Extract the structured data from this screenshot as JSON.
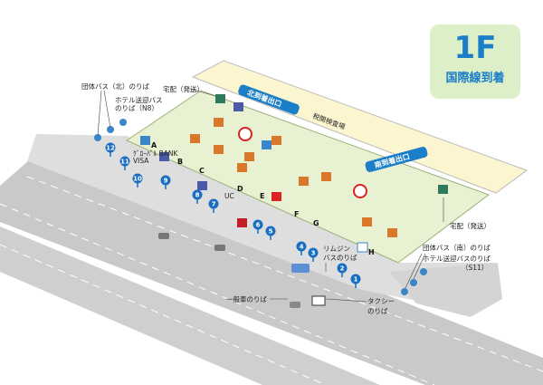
{
  "floor_badge": {
    "floor": "1F",
    "title": "国際線到着"
  },
  "areas": {
    "customs": "税関検査場",
    "north_exit": "北到着出口",
    "south_exit": "南到着出口"
  },
  "labels": {
    "group_bus_north": "団体バス（北）のりば",
    "hotel_bus_north": "ホテル送迎バス",
    "hotel_bus_north_2": "のりば（N8）",
    "delivery_north": "宅配（発送）",
    "delivery_south": "宅配（発送）",
    "bank": "ｸﾞﾛｰﾊﾞﾙ BANK",
    "visa": "VISA",
    "uc": "UC",
    "limousine": "リムジン",
    "limousine_2": "バスのりば",
    "group_bus_south": "団体バス（南）のりば",
    "hotel_bus_south": "ホテル送迎バスのりば",
    "hotel_bus_south_2": "（S11）",
    "taxi": "タクシー",
    "taxi_2": "のりば",
    "private_car": "一般車のりば"
  },
  "gates": [
    "A",
    "B",
    "C",
    "D",
    "E",
    "F",
    "G",
    "H"
  ],
  "bus_stops": [
    "1",
    "2",
    "3",
    "4",
    "5",
    "6",
    "7",
    "8",
    "9",
    "10",
    "11",
    "12"
  ],
  "colors": {
    "accent": "#1a7ec8",
    "floor": "#e8f2d2",
    "customs": "#fbf6cf",
    "road": "#c9c9c9",
    "sidewalk": "#dedede",
    "service": "#d9782a"
  }
}
